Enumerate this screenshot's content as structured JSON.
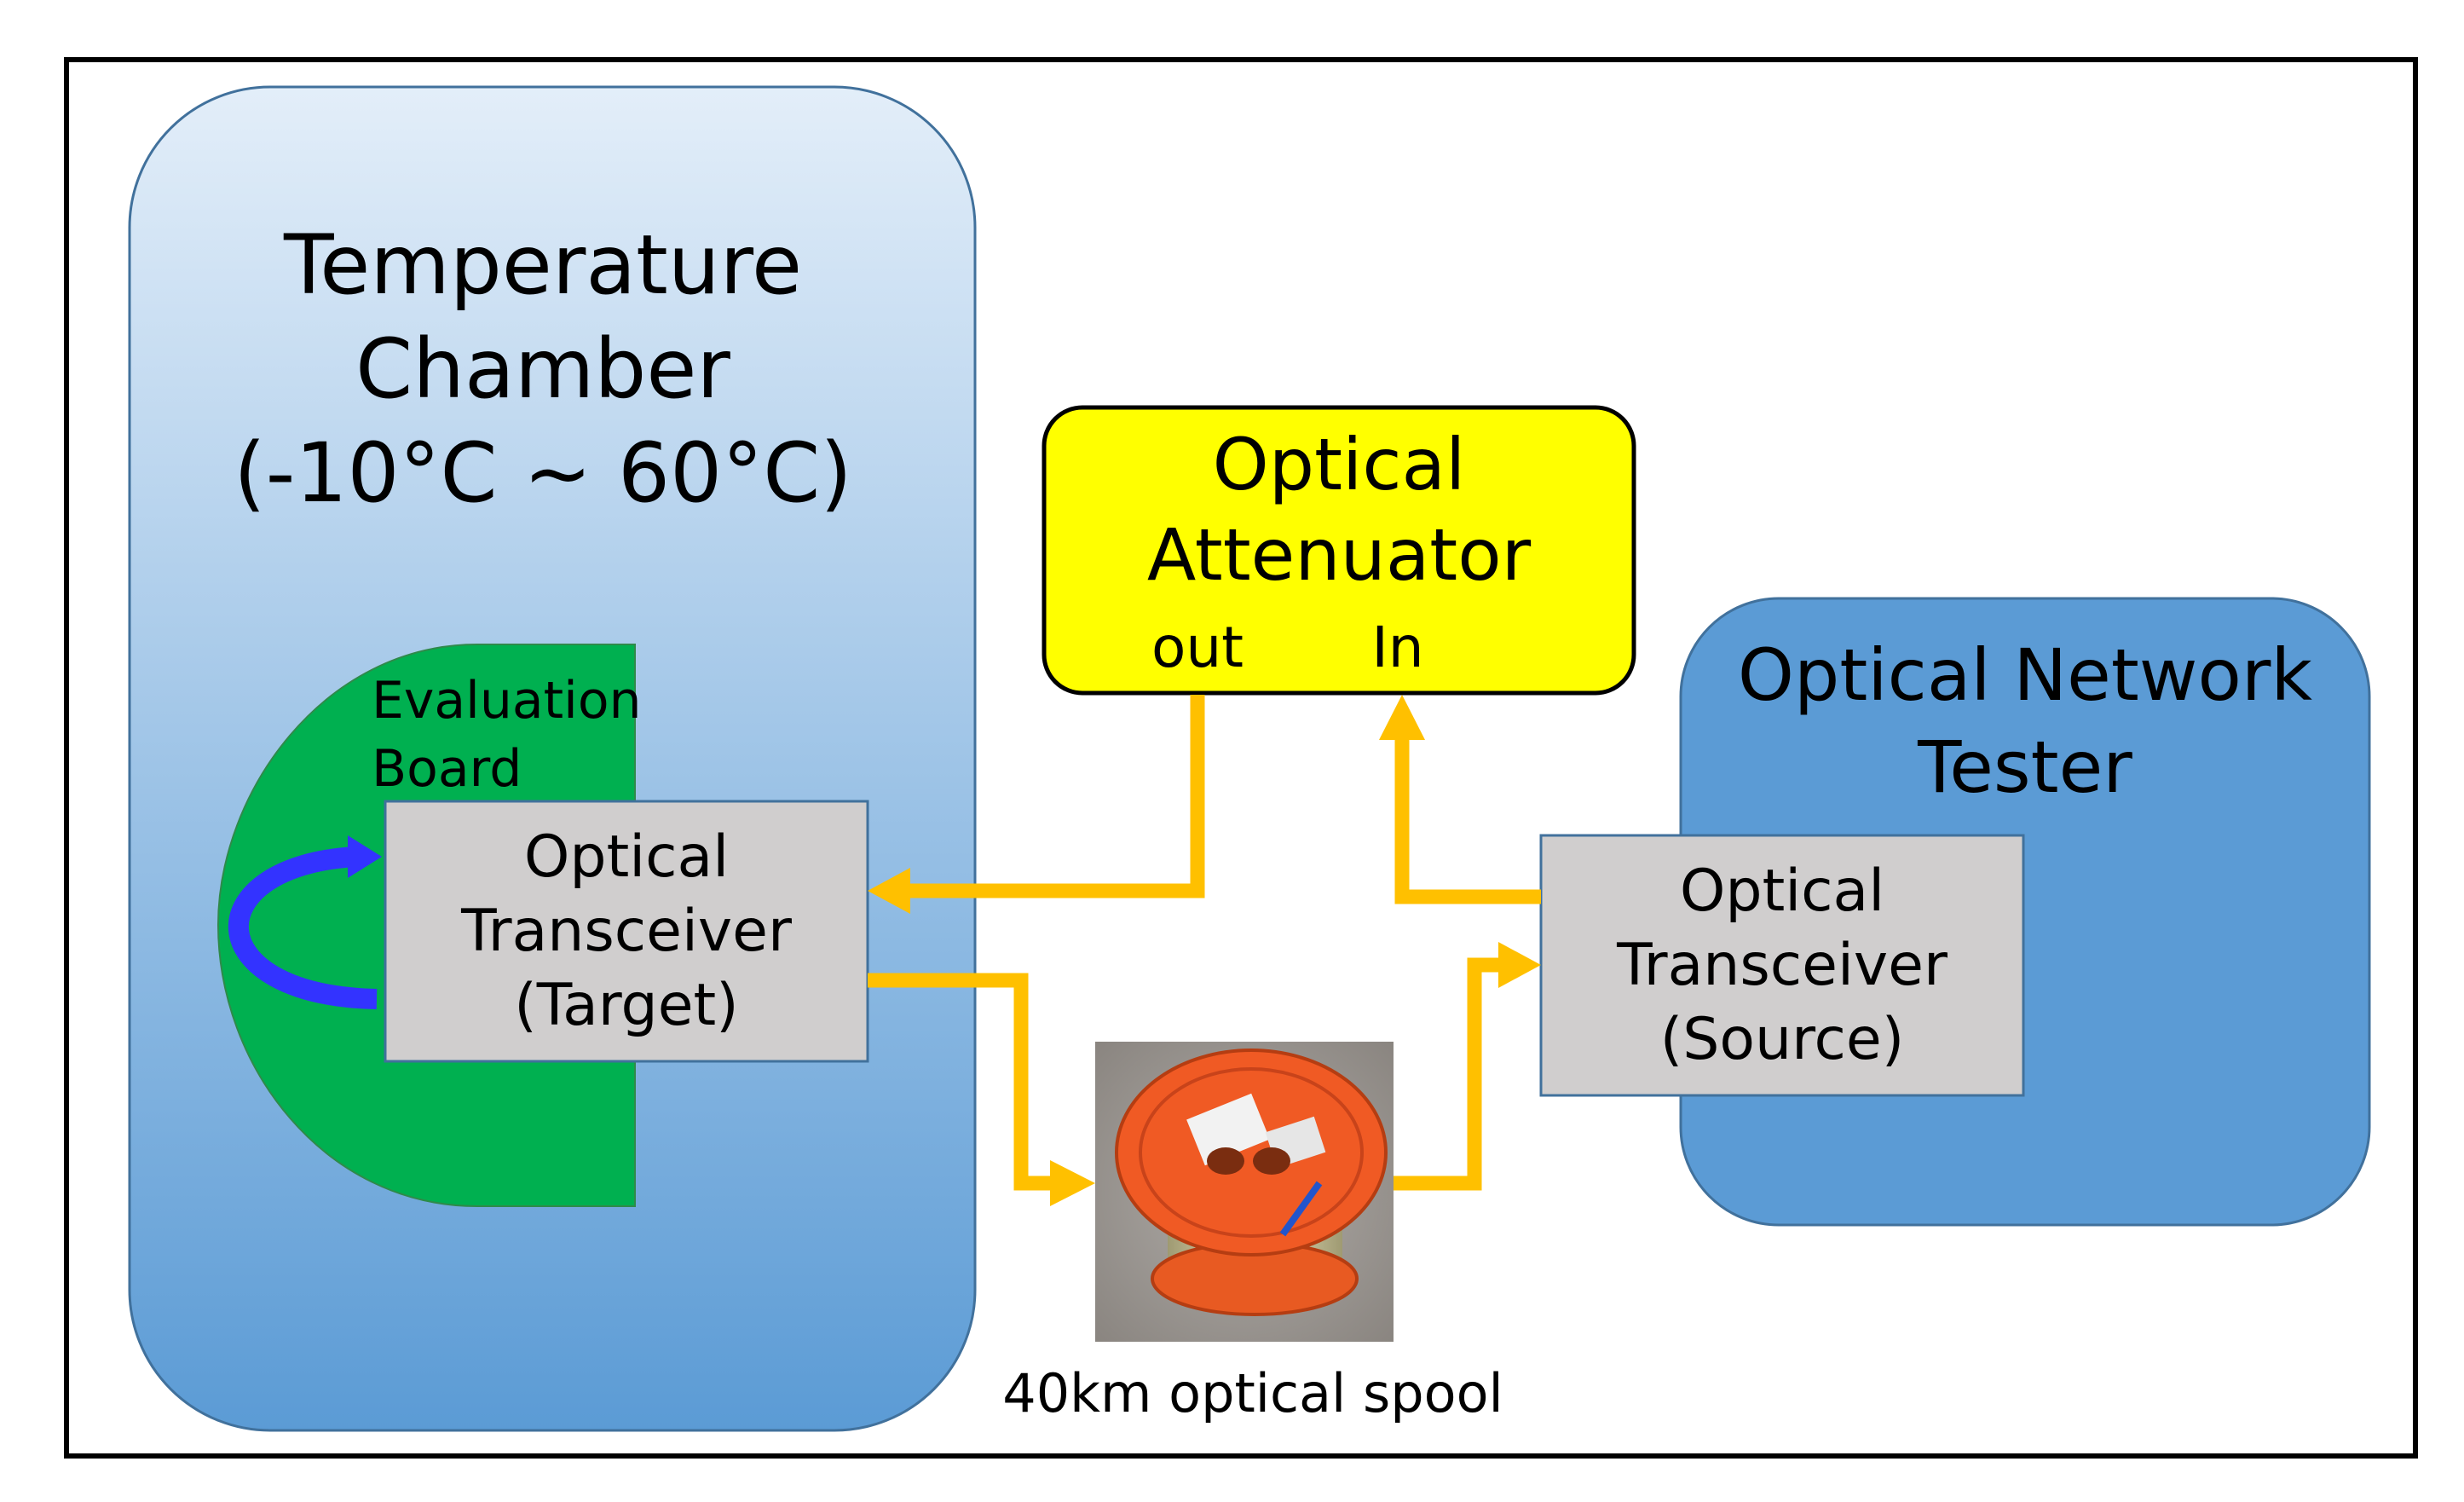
{
  "temperature_chamber": {
    "title_lines": [
      "Temperature",
      "Chamber",
      "(-10°C ~ 60°C)"
    ]
  },
  "evaluation_board": {
    "label_lines": [
      "Evaluation",
      "Board"
    ]
  },
  "target_transceiver": {
    "label_lines": [
      "Optical",
      "Transceiver",
      "(Target)"
    ]
  },
  "attenuator": {
    "title_lines": [
      "Optical",
      "Attenuator"
    ],
    "port_out": "out",
    "port_in": "In"
  },
  "network_tester": {
    "title_lines": [
      "Optical Network",
      "Tester"
    ]
  },
  "source_transceiver": {
    "label_lines": [
      "Optical",
      "Transceiver",
      "(Source)"
    ]
  },
  "spool": {
    "caption": "40km optical spool"
  },
  "colors": {
    "chamber_top": "#e3eef9",
    "chamber_bottom": "#5b9bd5",
    "board": "#00b050",
    "transceiver": "#d0cece",
    "attenuator": "#ffff00",
    "tester": "#5b9bd5",
    "fiber_arrow": "#ffc000",
    "loop_arrow": "#3333ff"
  }
}
